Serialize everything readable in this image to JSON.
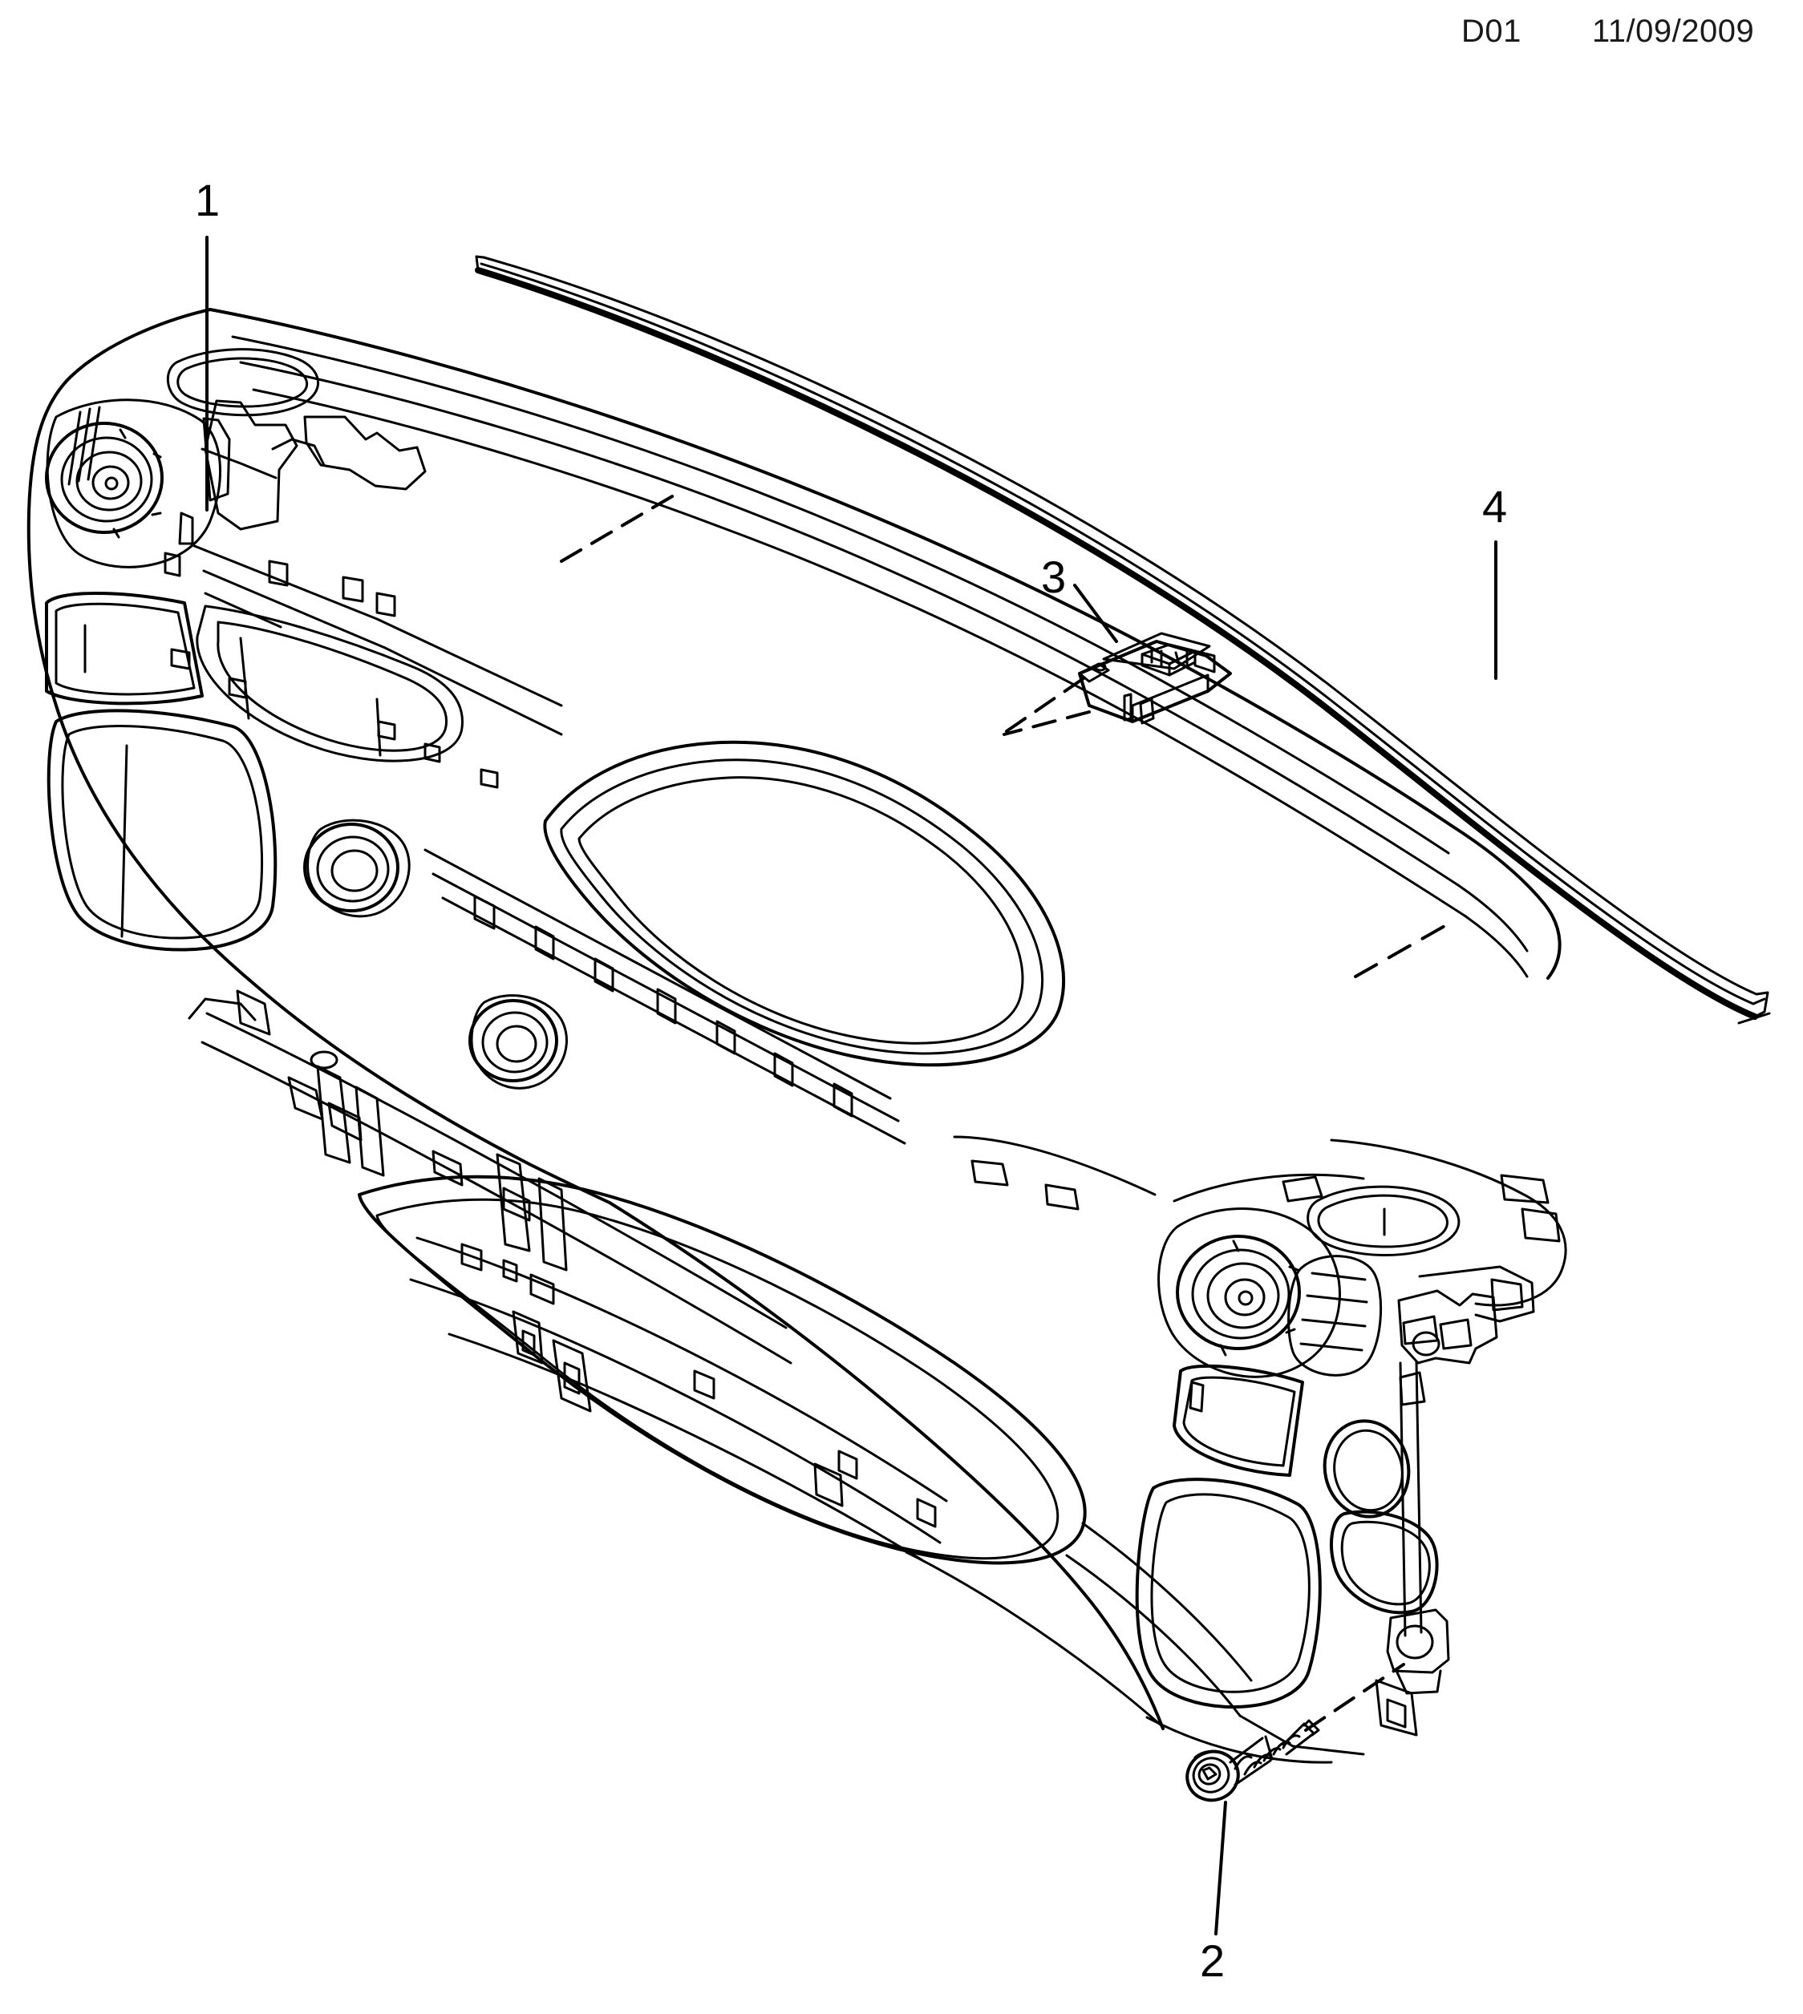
{
  "header": {
    "sheet_code": "D01",
    "date": "11/09/2009"
  },
  "drawing": {
    "title": "Instrument panel assembly exploded view",
    "line_color": "#000000",
    "background_color": "#ffffff",
    "callouts": [
      {
        "id": "1",
        "label": "1",
        "points_to": "instrument-panel-body"
      },
      {
        "id": "2",
        "label": "2",
        "points_to": "mounting-screw"
      },
      {
        "id": "3",
        "label": "3",
        "points_to": "retainer-clip"
      },
      {
        "id": "4",
        "label": "4",
        "points_to": "upper-trim-strip"
      }
    ],
    "parts": [
      {
        "ref": "1",
        "name": "instrument-panel-body"
      },
      {
        "ref": "2",
        "name": "mounting-screw"
      },
      {
        "ref": "3",
        "name": "retainer-clip"
      },
      {
        "ref": "4",
        "name": "upper-trim-strip"
      }
    ]
  }
}
